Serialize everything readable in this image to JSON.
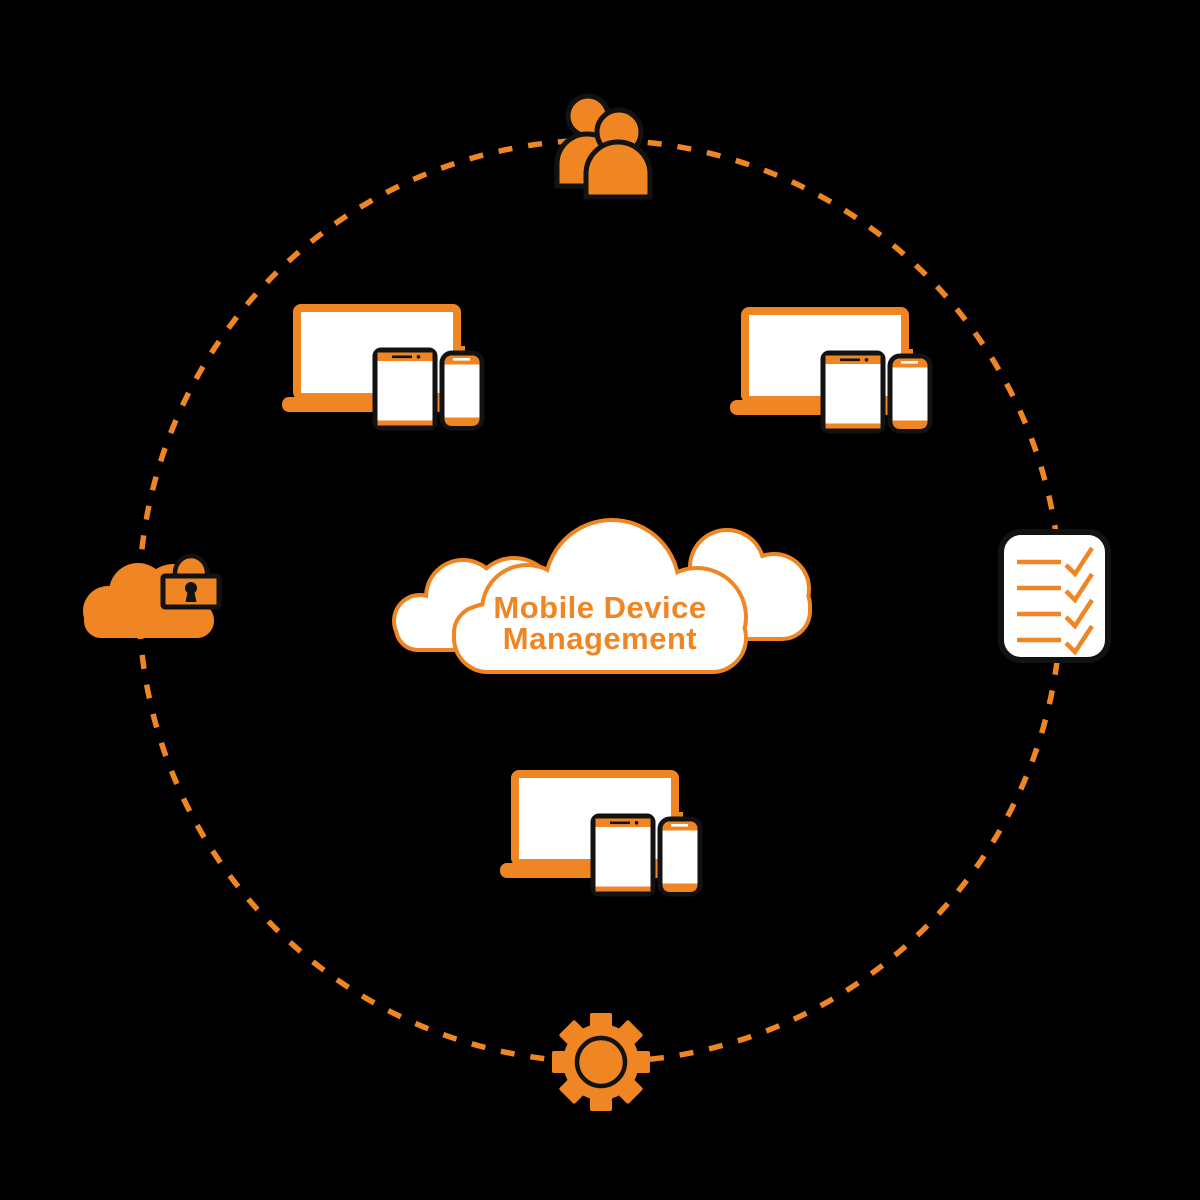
{
  "title": "Mobile Device Management diagram",
  "colors": {
    "background": "#000000",
    "accent_orange": "#EF8623",
    "icon_fill_white": "#FFFFFF",
    "dark_outline": "#121212"
  },
  "center_cloud": {
    "line1": "Mobile Device",
    "line2": "Management"
  },
  "ring": {
    "style": "dashed",
    "color": "#EF8623"
  },
  "nodes": [
    {
      "name": "users-icon",
      "position": "top"
    },
    {
      "name": "devices-group-icon",
      "position": "upper-left",
      "parts": [
        "laptop",
        "tablet",
        "smartphone"
      ]
    },
    {
      "name": "devices-group-icon",
      "position": "upper-right",
      "parts": [
        "laptop",
        "tablet",
        "smartphone"
      ]
    },
    {
      "name": "cloud-lock-icon",
      "position": "left"
    },
    {
      "name": "checklist-icon",
      "position": "right",
      "check_rows": 4
    },
    {
      "name": "devices-group-icon",
      "position": "lower-center",
      "parts": [
        "laptop",
        "tablet",
        "smartphone"
      ]
    },
    {
      "name": "gear-icon",
      "position": "bottom"
    }
  ]
}
